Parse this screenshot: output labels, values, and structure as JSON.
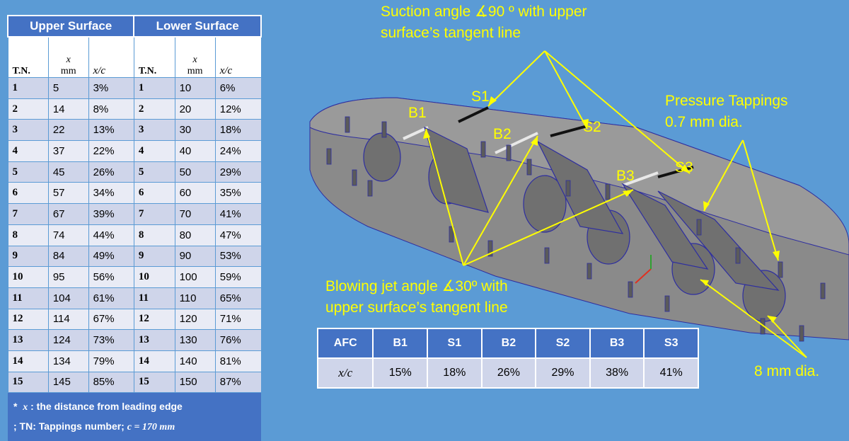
{
  "taps_table": {
    "upper_header": "Upper Surface",
    "lower_header": "Lower Surface",
    "col_tn": "T.N.",
    "col_x_var": "x",
    "col_x_unit": "mm",
    "col_xc": "x/c",
    "rows": [
      {
        "tn_u": "1",
        "x_u": "5",
        "xc_u": "3%",
        "tn_l": "1",
        "x_l": "10",
        "xc_l": "6%"
      },
      {
        "tn_u": "2",
        "x_u": "14",
        "xc_u": "8%",
        "tn_l": "2",
        "x_l": "20",
        "xc_l": "12%"
      },
      {
        "tn_u": "3",
        "x_u": "22",
        "xc_u": "13%",
        "tn_l": "3",
        "x_l": "30",
        "xc_l": "18%"
      },
      {
        "tn_u": "4",
        "x_u": "37",
        "xc_u": "22%",
        "tn_l": "4",
        "x_l": "40",
        "xc_l": "24%"
      },
      {
        "tn_u": "5",
        "x_u": "45",
        "xc_u": "26%",
        "tn_l": "5",
        "x_l": "50",
        "xc_l": "29%"
      },
      {
        "tn_u": "6",
        "x_u": "57",
        "xc_u": "34%",
        "tn_l": "6",
        "x_l": "60",
        "xc_l": "35%"
      },
      {
        "tn_u": "7",
        "x_u": "67",
        "xc_u": "39%",
        "tn_l": "7",
        "x_l": "70",
        "xc_l": "41%"
      },
      {
        "tn_u": "8",
        "x_u": "74",
        "xc_u": "44%",
        "tn_l": "8",
        "x_l": "80",
        "xc_l": "47%"
      },
      {
        "tn_u": "9",
        "x_u": "84",
        "xc_u": "49%",
        "tn_l": "9",
        "x_l": "90",
        "xc_l": "53%"
      },
      {
        "tn_u": "10",
        "x_u": "95",
        "xc_u": "56%",
        "tn_l": "10",
        "x_l": "100",
        "xc_l": "59%"
      },
      {
        "tn_u": "11",
        "x_u": "104",
        "xc_u": "61%",
        "tn_l": "11",
        "x_l": "110",
        "xc_l": "65%"
      },
      {
        "tn_u": "12",
        "x_u": "114",
        "xc_u": "67%",
        "tn_l": "12",
        "x_l": "120",
        "xc_l": "71%"
      },
      {
        "tn_u": "13",
        "x_u": "124",
        "xc_u": "73%",
        "tn_l": "13",
        "x_l": "130",
        "xc_l": "76%"
      },
      {
        "tn_u": "14",
        "x_u": "134",
        "xc_u": "79%",
        "tn_l": "14",
        "x_l": "140",
        "xc_l": "81%"
      },
      {
        "tn_u": "15",
        "x_u": "145",
        "xc_u": "85%",
        "tn_l": "15",
        "x_l": "150",
        "xc_l": "87%"
      }
    ],
    "note_star": "*",
    "note_x_var": "x",
    "note_line1_rest": " : the distance from leading edge",
    "note_line2_prefix": "; TN: Tappings number; ",
    "note_line2_math": "c = 170 mm"
  },
  "afc_table": {
    "header_label": "AFC",
    "row_label": "x/c",
    "items": [
      {
        "name": "B1",
        "xc": "15%"
      },
      {
        "name": "S1",
        "xc": "18%"
      },
      {
        "name": "B2",
        "xc": "26%"
      },
      {
        "name": "S2",
        "xc": "29%"
      },
      {
        "name": "B3",
        "xc": "38%"
      },
      {
        "name": "S3",
        "xc": "41%"
      }
    ]
  },
  "callouts": {
    "suction_line1": "Suction angle ∡90 º with upper",
    "suction_line2": "surface’s tangent line",
    "pressure_line1": "Pressure Tappings",
    "pressure_line2": "0.7 mm dia.",
    "blowing_line1": "Blowing jet angle ∡30º with",
    "blowing_line2": "upper surface’s tangent line",
    "dia_8mm": "8 mm dia."
  },
  "labels": {
    "b1": "B1",
    "s1": "S1",
    "b2": "B2",
    "s2": "S2",
    "b3": "B3",
    "s3": "S3"
  },
  "colors": {
    "background": "#5b9bd5",
    "table_header": "#4472c4",
    "row_odd": "#cfd5ea",
    "row_even": "#e9ebf5",
    "callout": "#ffff00",
    "model": "#7f7f7f",
    "model_edge": "#2e2ea0"
  }
}
